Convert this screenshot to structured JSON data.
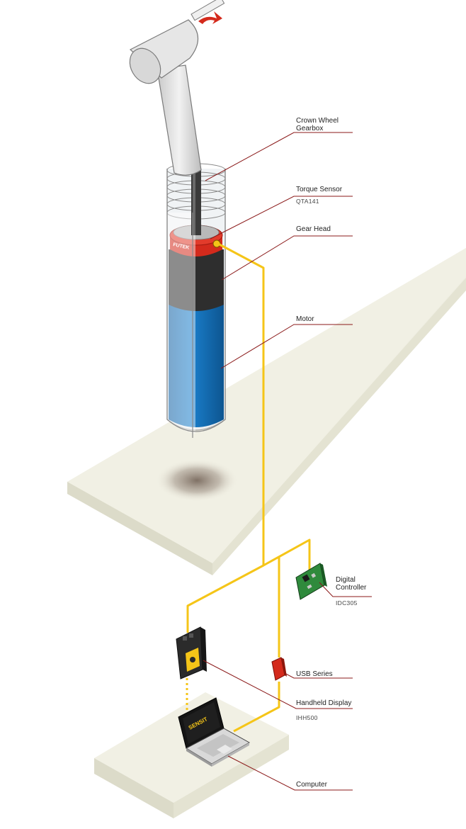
{
  "callouts": {
    "crown_wheel": {
      "line1": "Crown Wheel",
      "line2": "Gearbox"
    },
    "torque_sensor": {
      "title": "Torque Sensor",
      "model": "QTA141"
    },
    "gear_head": {
      "title": "Gear Head"
    },
    "motor": {
      "title": "Motor"
    },
    "digital_controller": {
      "line1": "Digital",
      "line2": "Controller",
      "model": "IDC305"
    },
    "usb_series": {
      "title": "USB Series"
    },
    "handheld_display": {
      "title": "Handheld Display",
      "model": "IHH500"
    },
    "computer": {
      "title": "Computer"
    }
  },
  "brand_marks": {
    "sensor_logo": "FUTEK",
    "laptop_logo": "SENSIT"
  },
  "colors": {
    "leader_line": "#8b1a1a",
    "cable": "#f5c518",
    "platform": "#efeee2",
    "motor_blue": "#1577c2",
    "sensor_red": "#d42a1c",
    "gear_dark": "#2e2e2e"
  }
}
